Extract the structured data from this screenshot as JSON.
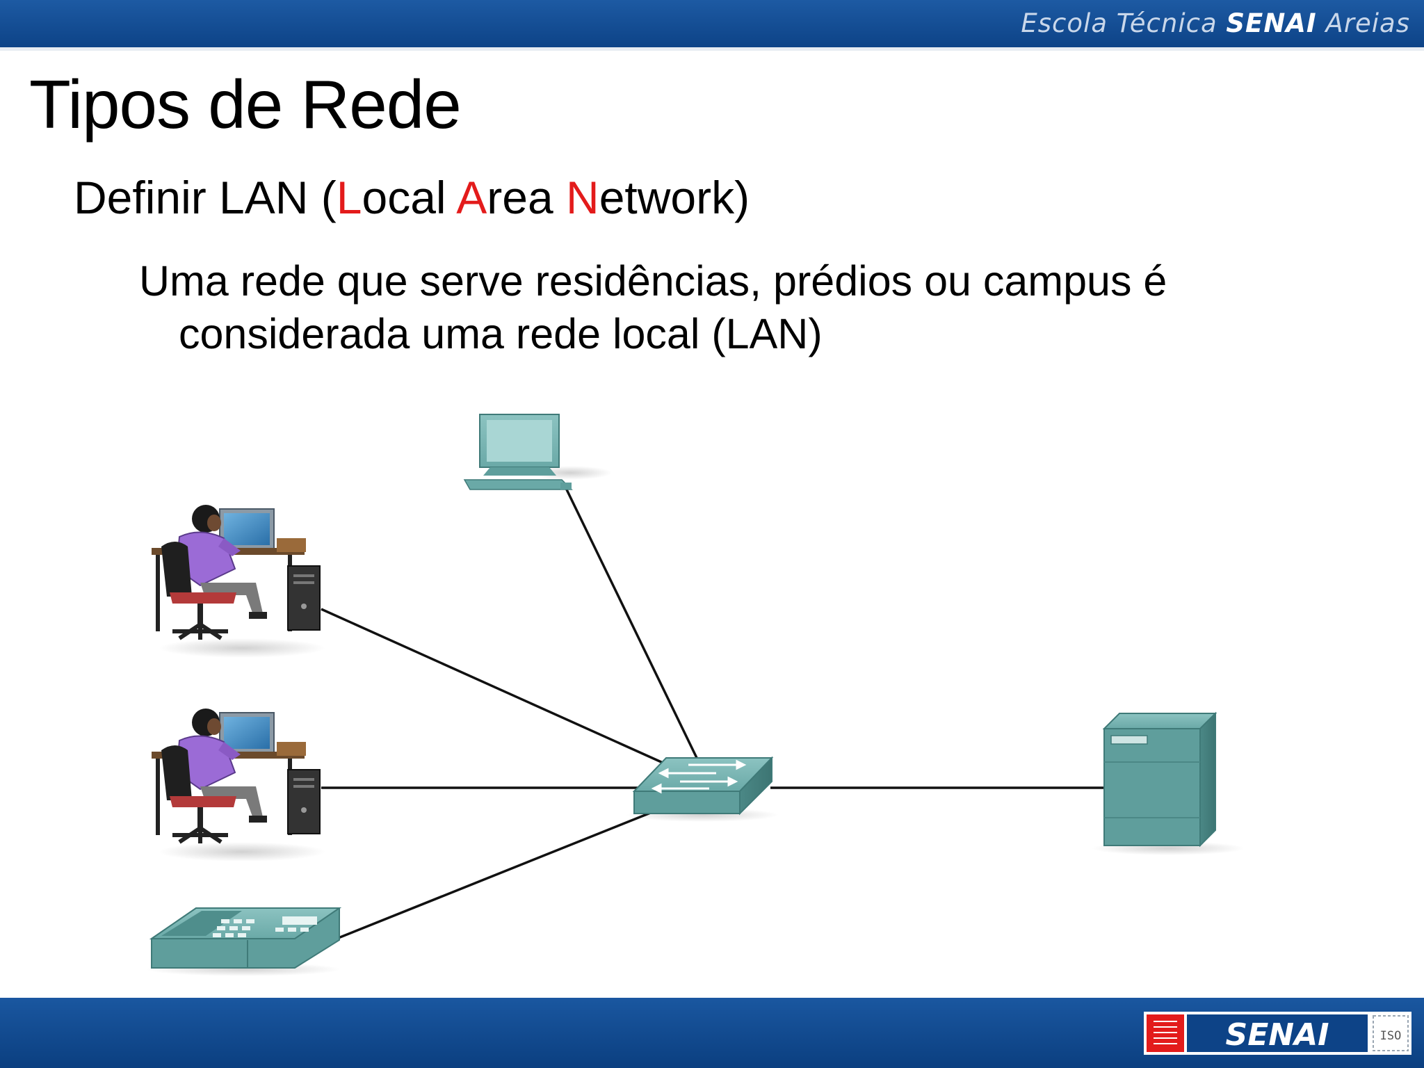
{
  "header": {
    "school_prefix": "Escola Técnica",
    "school_brand": "SENAI",
    "school_suffix": "Areias"
  },
  "slide": {
    "title": "Tipos de Rede",
    "subtitle_parts": [
      "Definir LAN (",
      "L",
      "ocal ",
      "A",
      "rea ",
      "N",
      "etwork)"
    ],
    "body_line1": "Uma rede que serve residências, prédios ou campus é",
    "body_line2": "considerada uma rede local (LAN)"
  },
  "diagram": {
    "nodes": [
      {
        "id": "terminal",
        "icon": "computer-terminal-icon"
      },
      {
        "id": "workstation-1",
        "icon": "user-workstation-icon"
      },
      {
        "id": "workstation-2",
        "icon": "user-workstation-icon"
      },
      {
        "id": "ip-phone",
        "icon": "ip-phone-icon"
      },
      {
        "id": "switch",
        "icon": "switch-icon"
      },
      {
        "id": "server",
        "icon": "server-icon"
      }
    ],
    "links": [
      [
        "terminal",
        "switch"
      ],
      [
        "workstation-1",
        "switch"
      ],
      [
        "workstation-2",
        "switch"
      ],
      [
        "ip-phone",
        "switch"
      ],
      [
        "switch",
        "server"
      ]
    ],
    "colors": {
      "device": "#5f9e9c",
      "shirt": "#9b6bd6",
      "link": "#111111"
    }
  },
  "footer": {
    "logo_text": "SENAI",
    "iso_text": "ISO",
    "brand_red": "#e31b1b",
    "brand_blue": "#0d4387"
  }
}
